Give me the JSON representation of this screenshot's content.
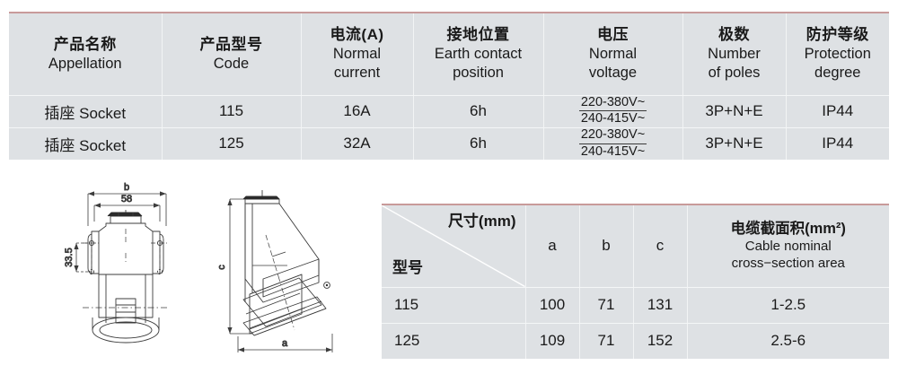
{
  "spec_table": {
    "columns": [
      {
        "cn": "产品名称",
        "en": [
          "Appellation"
        ]
      },
      {
        "cn": "产品型号",
        "en": [
          "Code"
        ]
      },
      {
        "cn": "电流(A)",
        "en": [
          "Normal",
          "current"
        ]
      },
      {
        "cn": "接地位置",
        "en": [
          "Earth contact",
          "position"
        ]
      },
      {
        "cn": "电压",
        "en": [
          "Normal",
          "voltage"
        ]
      },
      {
        "cn": "极数",
        "en": [
          "Number",
          "of poles"
        ]
      },
      {
        "cn": "防护等级",
        "en": [
          "Protection",
          "degree"
        ]
      }
    ],
    "rows": [
      {
        "appellation": "插座 Socket",
        "code": "115",
        "current": "16A",
        "earth_position": "6h",
        "voltage_numerator": "220-380V~",
        "voltage_denominator": "240-415V~",
        "poles": "3P+N+E",
        "protection": "IP44"
      },
      {
        "appellation": "插座 Socket",
        "code": "125",
        "current": "32A",
        "earth_position": "6h",
        "voltage_numerator": "220-380V~",
        "voltage_denominator": "240-415V~",
        "poles": "3P+N+E",
        "protection": "IP44"
      }
    ]
  },
  "dimension_table": {
    "corner": {
      "top_right": "尺寸(mm)",
      "bottom_left": "型号"
    },
    "columns": [
      {
        "label": "a"
      },
      {
        "label": "b"
      },
      {
        "label": "c"
      }
    ],
    "cable_header": {
      "cn": "电缆截面积(mm²)",
      "en1": "Cable nominal",
      "en2": "cross−section area"
    },
    "rows": [
      {
        "model": "115",
        "a": "100",
        "b": "71",
        "c": "131",
        "cable": "1-2.5"
      },
      {
        "model": "125",
        "a": "109",
        "b": "71",
        "c": "152",
        "cable": "2.5-6"
      }
    ]
  },
  "drawings": {
    "front_view": {
      "dim_b": "b",
      "dim_58": "58",
      "dim_33_5": "33.5"
    },
    "side_view": {
      "dim_c": "c",
      "dim_a": "a"
    }
  },
  "colors": {
    "accent_border": "#c89a9a",
    "cell_background": "#dee1e4",
    "grid_line": "#f2f4f5",
    "text": "#1a1a1a",
    "drawing_line": "#3c3c3c"
  }
}
